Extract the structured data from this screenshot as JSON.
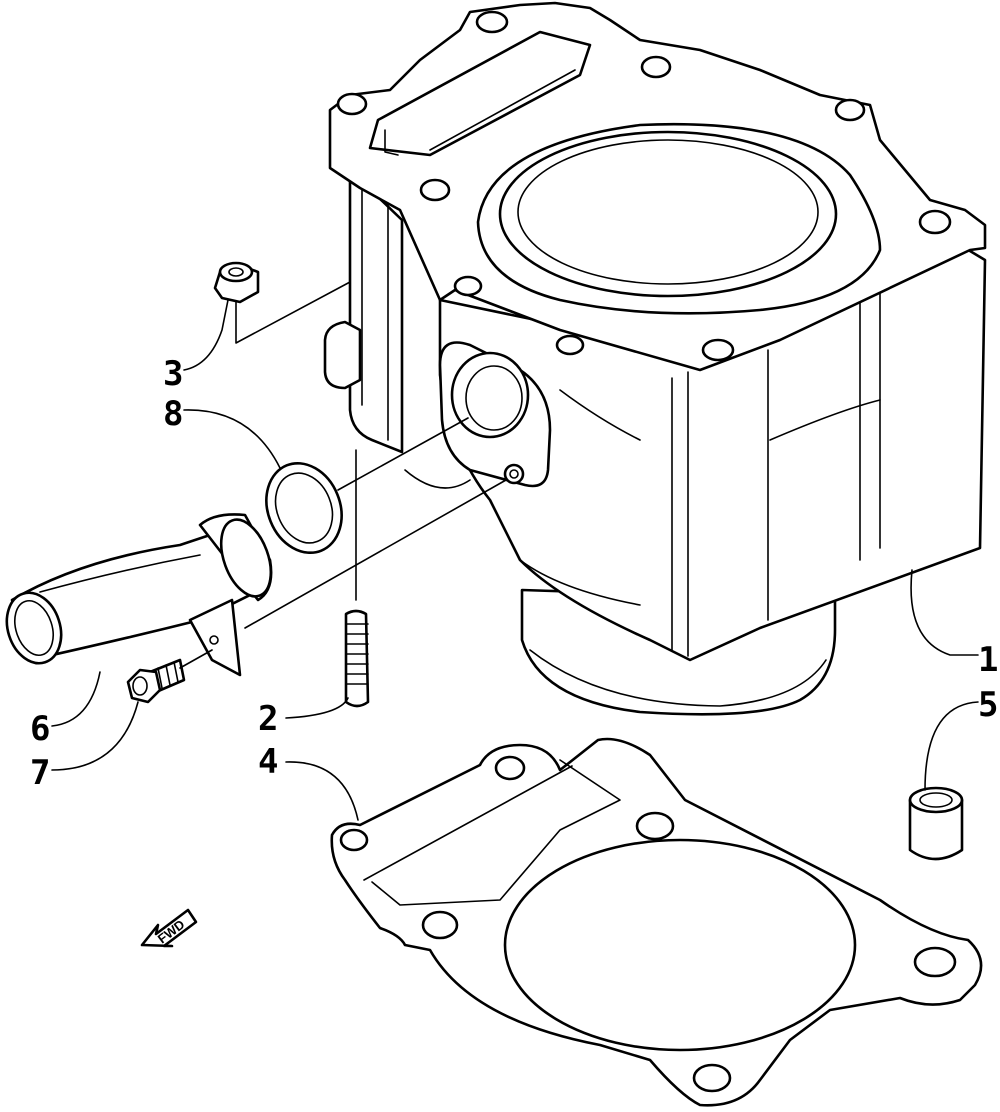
{
  "callouts": {
    "c1": "1",
    "c2": "2",
    "c3": "3",
    "c4": "4",
    "c5": "5",
    "c6": "6",
    "c7": "7",
    "c8": "8"
  },
  "direction_marker": {
    "text": "FWD",
    "icon": "arrow-left-icon"
  },
  "colors": {
    "line": "#000000",
    "background": "#ffffff"
  }
}
